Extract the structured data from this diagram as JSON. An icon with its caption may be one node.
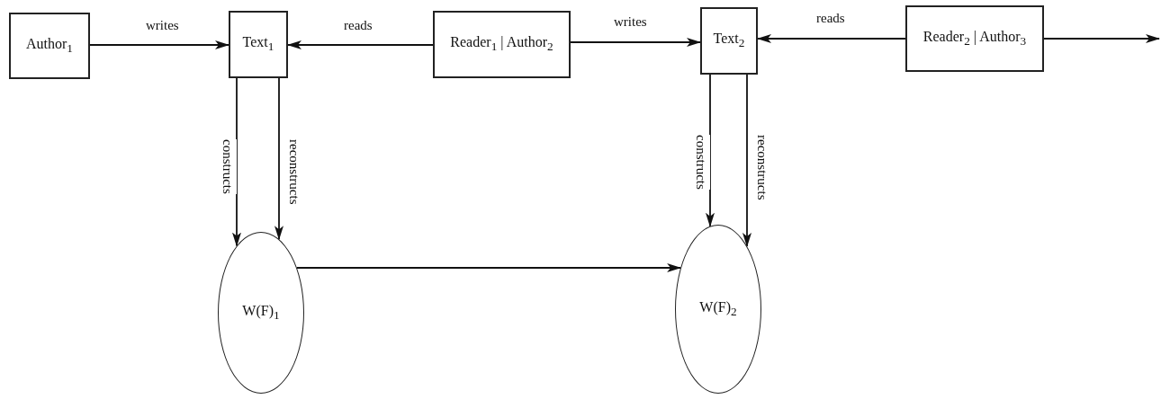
{
  "diagram": {
    "nodes": [
      {
        "text": [
          "Author$_{1}$"
        ]
      },
      {
        "text": [
          "Text$_{1}$"
        ]
      },
      {
        "text": [
          "Reader$_{1}$ | Author$_{2}$"
        ]
      },
      {
        "text": [
          "Text$_{2}$"
        ]
      },
      {
        "text": [
          "Reader$_{2}$ | Author$_{3}$"
        ]
      },
      {
        "text": [
          "W(F)$_{1}$"
        ]
      },
      {
        "text": [
          "W(F)$_{2}$"
        ]
      }
    ],
    "edges": [
      {
        "from": 0,
        "to": 1,
        "arrow": "to",
        "label": "writes"
      },
      {
        "from": 2,
        "to": 1,
        "arrow": "to",
        "label": "reads"
      },
      {
        "from": 2,
        "to": 3,
        "arrow": "to",
        "label": "writes"
      },
      {
        "from": 4,
        "to": 3,
        "arrow": "to",
        "label": "reads"
      },
      {
        "from": 4,
        "to": null,
        "arrow": "to"
      },
      {
        "from": 1,
        "to": 5,
        "arrow": "to",
        "label": "constructs"
      },
      {
        "from": 1,
        "to": 5,
        "arrow": "to",
        "label": "reconstructs"
      },
      {
        "from": 3,
        "to": 6,
        "arrow": "to",
        "label": "constructs"
      },
      {
        "from": 3,
        "to": 6,
        "arrow": "to",
        "label": "reconstructs"
      },
      {
        "from": 5,
        "to": 6,
        "arrow": "to"
      }
    ]
  }
}
